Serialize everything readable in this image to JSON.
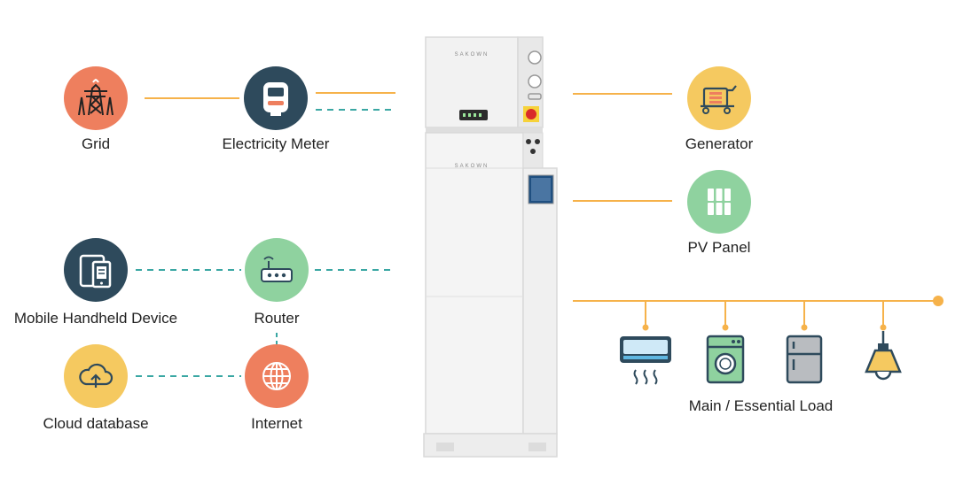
{
  "nodes": {
    "grid": {
      "label": "Grid",
      "color": "#ee7f5e"
    },
    "meter": {
      "label": "Electricity Meter",
      "color": "#2e4a5c"
    },
    "mobile": {
      "label": "Mobile Handheld Device",
      "color": "#2e4a5c"
    },
    "router": {
      "label": "Router",
      "color": "#8fd29f"
    },
    "cloud": {
      "label": "Cloud database",
      "color": "#f5c960"
    },
    "internet": {
      "label": "Internet",
      "color": "#ee7f5e"
    },
    "generator": {
      "label": "Generator",
      "color": "#f5c960"
    },
    "pv": {
      "label": "PV Panel",
      "color": "#8fd29f"
    }
  },
  "load": {
    "label": "Main / Essential Load"
  },
  "unit_brand": "SAKOWN",
  "colors": {
    "power_line": "#f6b24a",
    "data_line": "#3aa7a3"
  }
}
